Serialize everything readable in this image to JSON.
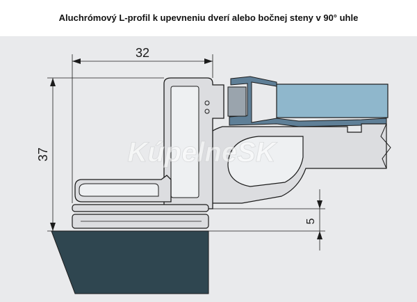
{
  "title": "Aluchrómový L-profil k upevneniu dverí alebo bočnej steny v 90° uhle",
  "dimensions": {
    "width_label": "32",
    "height_label": "37",
    "gap_label": "5"
  },
  "watermark": "KúpelneSK",
  "colors": {
    "background": "#e9eaec",
    "glass": "#8fb7cc",
    "seal": "#5f7f97",
    "profile": "#dcdde0",
    "wall": "#2f4650",
    "outline": "#1b1b1b"
  }
}
